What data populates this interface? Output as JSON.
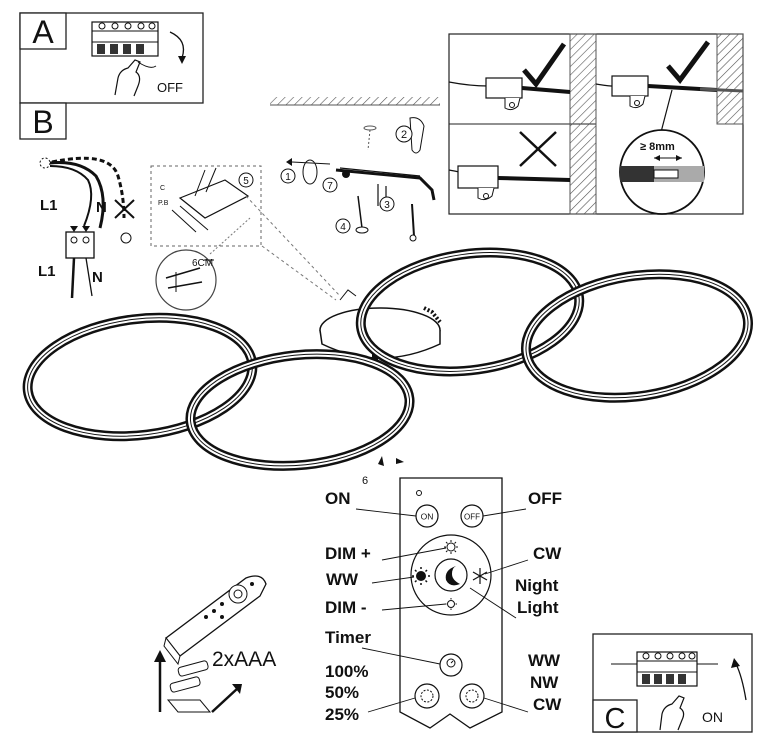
{
  "panels": {
    "a": {
      "letter": "A",
      "action": "OFF"
    },
    "b": {
      "letter": "B"
    },
    "c": {
      "letter": "C",
      "action": "ON"
    }
  },
  "wiring": {
    "live": "L1",
    "neutral": "N",
    "strip_length": "6CM",
    "min_insertion": "≥ 8mm"
  },
  "steps": [
    "1",
    "2",
    "3",
    "4",
    "5",
    "6",
    "7"
  ],
  "terminal_labels": [
    "C",
    "P.B"
  ],
  "remote": {
    "on_button": "ON",
    "off_button": "OFF",
    "dim_plus": "DIM +",
    "ww": "WW",
    "dim_minus": "DIM -",
    "cw": "CW",
    "night_1": "Night",
    "night_2": "Light",
    "timer": "Timer",
    "pct_100": "100%",
    "pct_50": "50%",
    "pct_25": "25%",
    "mode_ww": "WW",
    "mode_nw": "NW",
    "mode_cw": "CW",
    "on_btn_text": "ON",
    "off_btn_text": "OFF",
    "battery": "2xAAA"
  }
}
